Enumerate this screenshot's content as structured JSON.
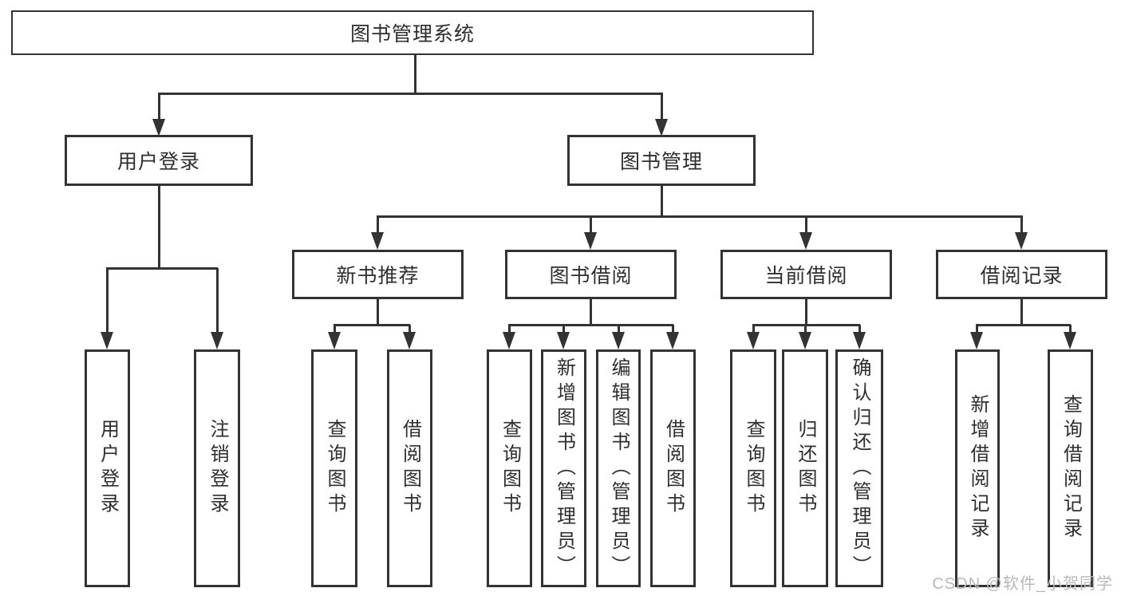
{
  "diagram_title": "图书管理系统",
  "tree": {
    "root": {
      "label": "图书管理系统",
      "children": [
        {
          "label": "用户登录",
          "children": [
            {
              "label": "用户登录"
            },
            {
              "label": "注销登录"
            }
          ]
        },
        {
          "label": "图书管理",
          "children": [
            {
              "label": "新书推荐",
              "children": [
                {
                  "label": "查询图书"
                },
                {
                  "label": "借阅图书"
                }
              ]
            },
            {
              "label": "图书借阅",
              "children": [
                {
                  "label": "查询图书"
                },
                {
                  "label": "新增图书（管理员）"
                },
                {
                  "label": "编辑图书（管理员）"
                },
                {
                  "label": "借阅图书"
                }
              ]
            },
            {
              "label": "当前借阅",
              "children": [
                {
                  "label": "查询图书"
                },
                {
                  "label": "归还图书"
                },
                {
                  "label": "确认归还（管理员）"
                }
              ]
            },
            {
              "label": "借阅记录",
              "children": [
                {
                  "label": "新增借阅记录"
                },
                {
                  "label": "查询借阅记录"
                }
              ]
            }
          ]
        }
      ]
    }
  },
  "watermark": "CSDN @软件_小贺同学",
  "colors": {
    "line": "#333333",
    "text": "#2e2e2e",
    "watermark": "#b9b9b9",
    "background": "#ffffff"
  }
}
